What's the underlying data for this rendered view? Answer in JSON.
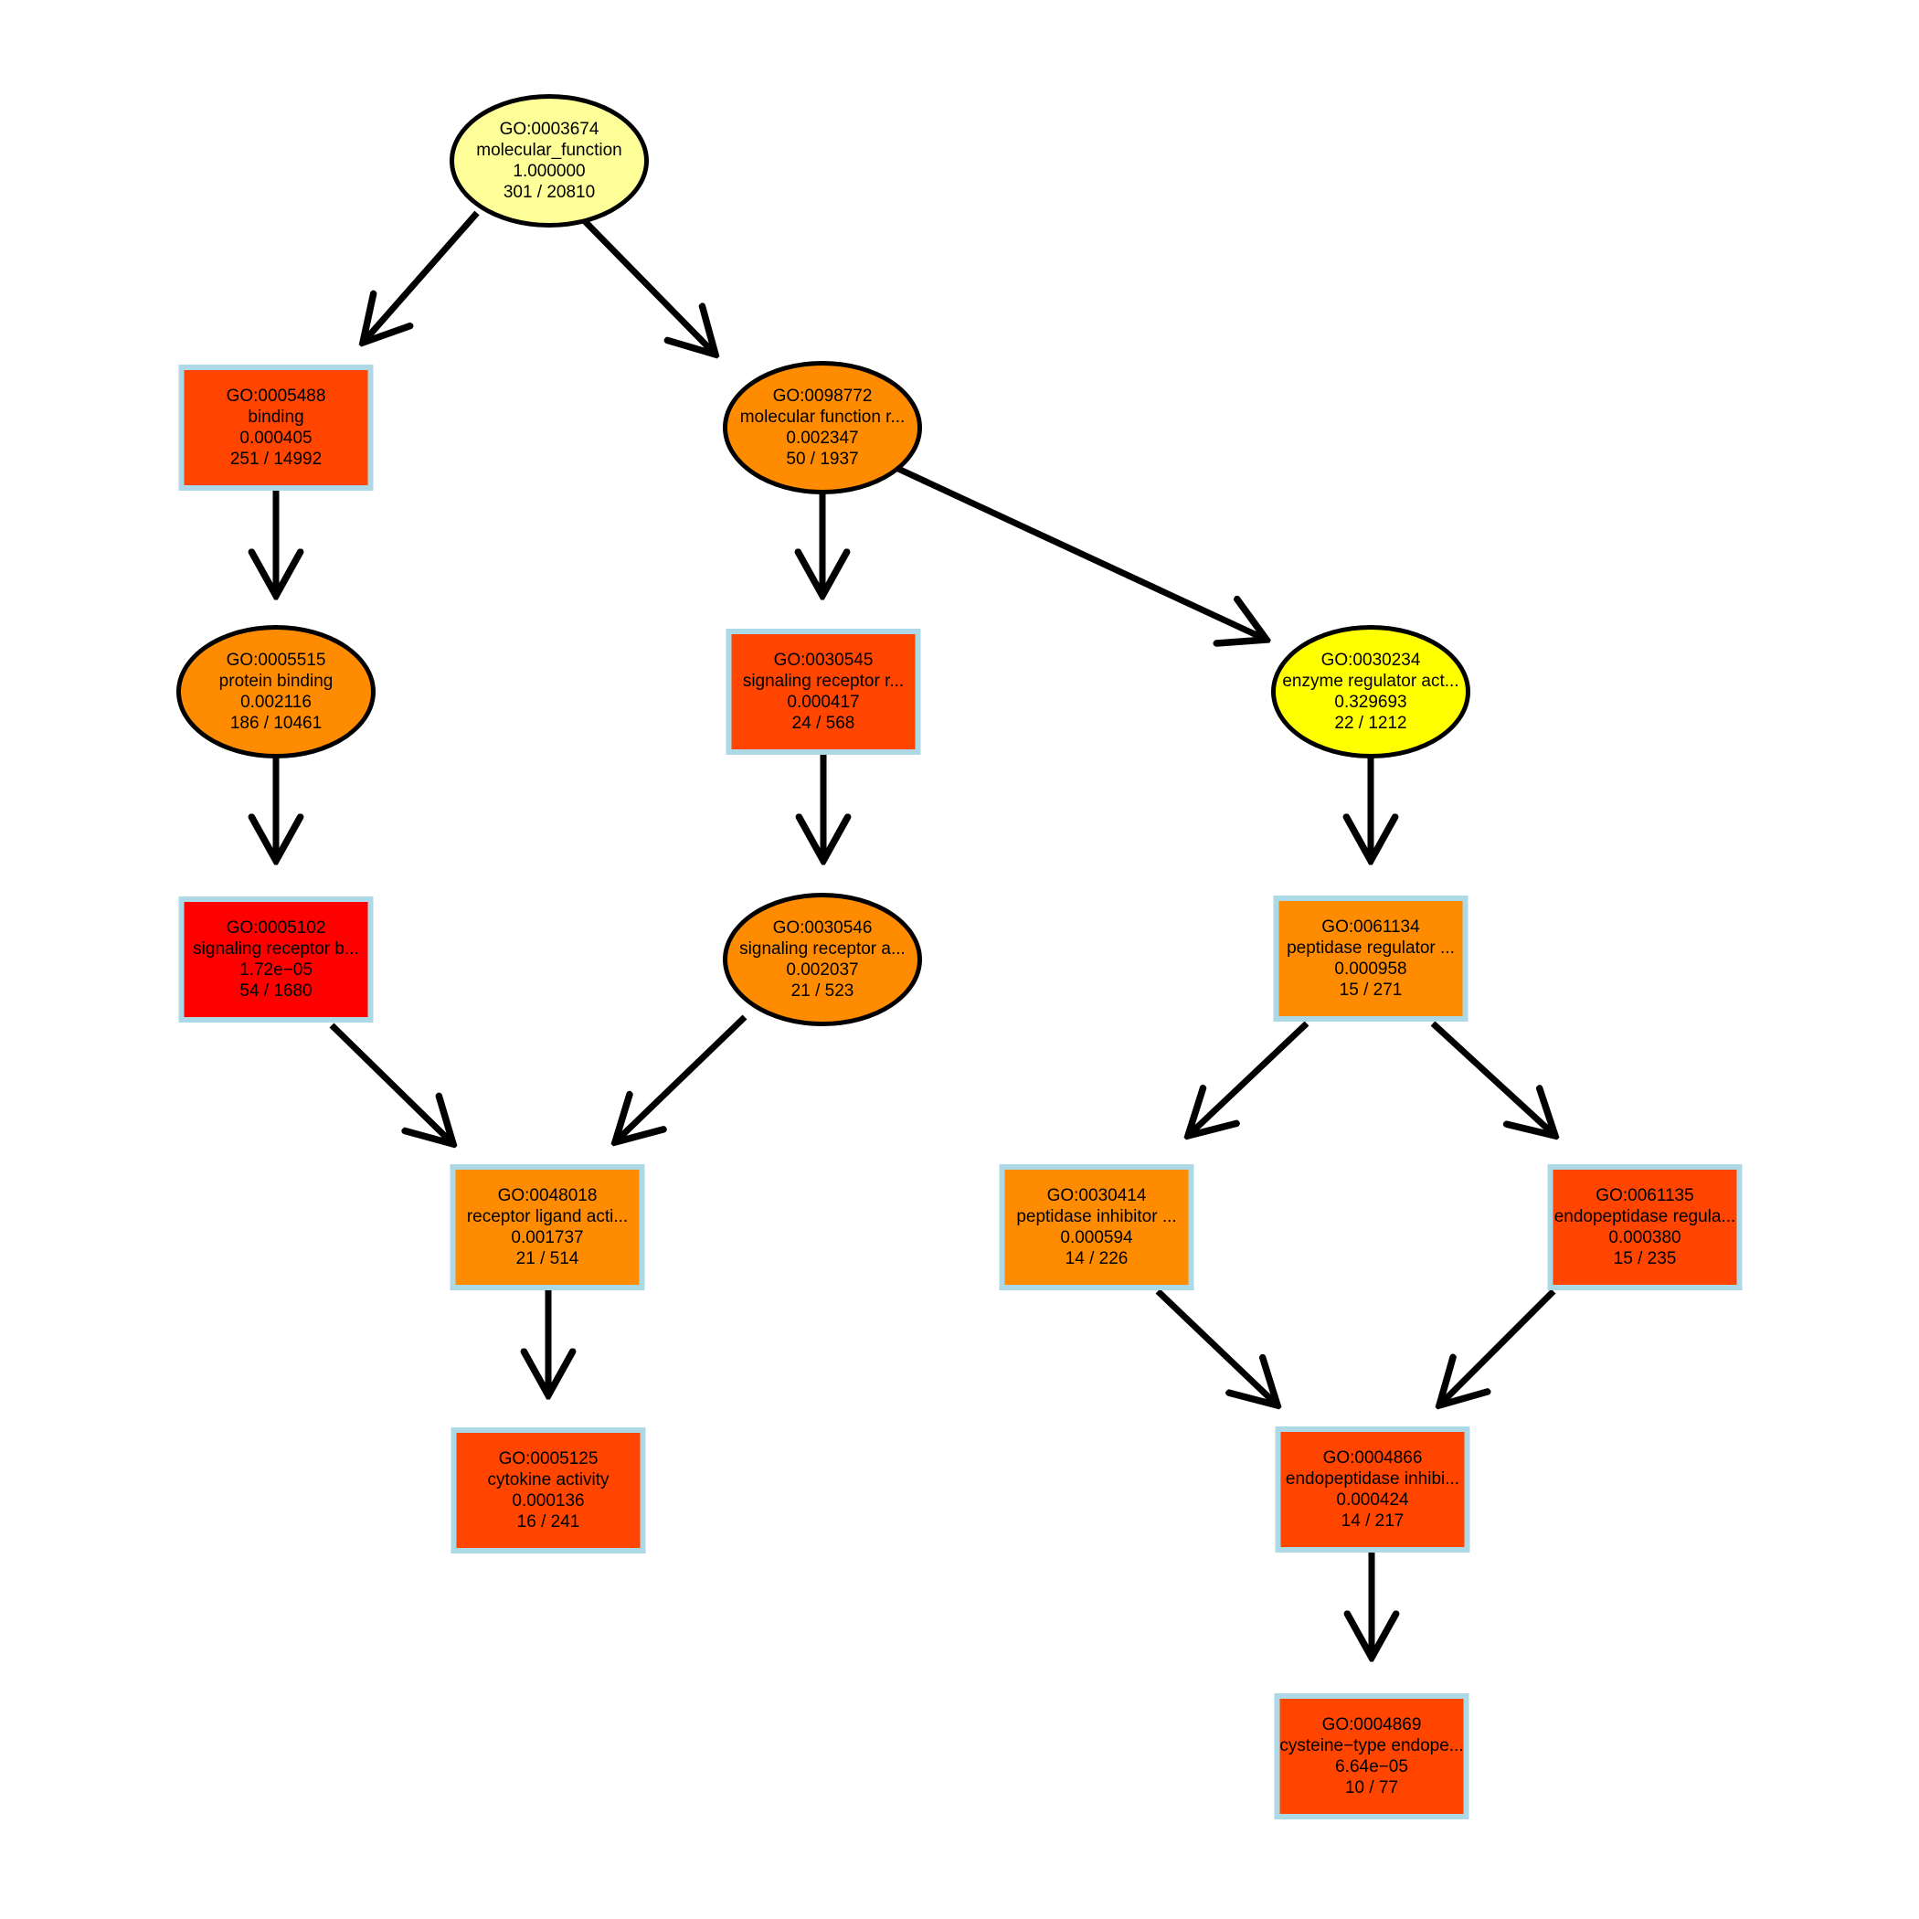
{
  "diagram": {
    "type": "go-dag",
    "background_color": "#FFFFFF",
    "box_border_color": "#ADD8E6",
    "ellipse_border_color": "#000000",
    "edge_color": "#000000",
    "nodes": [
      {
        "id": "GO:0003674",
        "label": "molecular_function",
        "p_value": "1.000000",
        "ratio": "301 / 20810",
        "shape": "ellipse",
        "fill": "#FFFF99"
      },
      {
        "id": "GO:0005488",
        "label": "binding",
        "p_value": "0.000405",
        "ratio": "251 / 14992",
        "shape": "box",
        "fill": "#FF4500"
      },
      {
        "id": "GO:0098772",
        "label": "molecular function r...",
        "p_value": "0.002347",
        "ratio": "50 / 1937",
        "shape": "ellipse",
        "fill": "#FF8C00"
      },
      {
        "id": "GO:0005515",
        "label": "protein binding",
        "p_value": "0.002116",
        "ratio": "186 / 10461",
        "shape": "ellipse",
        "fill": "#FF8C00"
      },
      {
        "id": "GO:0030545",
        "label": "signaling receptor r...",
        "p_value": "0.000417",
        "ratio": "24 / 568",
        "shape": "box",
        "fill": "#FF4500"
      },
      {
        "id": "GO:0030234",
        "label": "enzyme regulator act...",
        "p_value": "0.329693",
        "ratio": "22 / 1212",
        "shape": "ellipse",
        "fill": "#FFFF00"
      },
      {
        "id": "GO:0005102",
        "label": "signaling receptor b...",
        "p_value": "1.72e−05",
        "ratio": "54 / 1680",
        "shape": "box",
        "fill": "#FF0000"
      },
      {
        "id": "GO:0030546",
        "label": "signaling receptor a...",
        "p_value": "0.002037",
        "ratio": "21 / 523",
        "shape": "ellipse",
        "fill": "#FF8C00"
      },
      {
        "id": "GO:0061134",
        "label": "peptidase regulator ...",
        "p_value": "0.000958",
        "ratio": "15 / 271",
        "shape": "box",
        "fill": "#FF8C00"
      },
      {
        "id": "GO:0048018",
        "label": "receptor ligand acti...",
        "p_value": "0.001737",
        "ratio": "21 / 514",
        "shape": "box",
        "fill": "#FF8C00"
      },
      {
        "id": "GO:0030414",
        "label": "peptidase inhibitor ...",
        "p_value": "0.000594",
        "ratio": "14 / 226",
        "shape": "box",
        "fill": "#FF8C00"
      },
      {
        "id": "GO:0061135",
        "label": "endopeptidase regula...",
        "p_value": "0.000380",
        "ratio": "15 / 235",
        "shape": "box",
        "fill": "#FF4500"
      },
      {
        "id": "GO:0005125",
        "label": "cytokine activity",
        "p_value": "0.000136",
        "ratio": "16 / 241",
        "shape": "box",
        "fill": "#FF4500"
      },
      {
        "id": "GO:0004866",
        "label": "endopeptidase inhibi...",
        "p_value": "0.000424",
        "ratio": "14 / 217",
        "shape": "box",
        "fill": "#FF4500"
      },
      {
        "id": "GO:0004869",
        "label": "cysteine−type endope...",
        "p_value": "6.64e−05",
        "ratio": "10 / 77",
        "shape": "box",
        "fill": "#FF4500"
      }
    ],
    "edges": [
      {
        "from": "GO:0003674",
        "to": "GO:0005488"
      },
      {
        "from": "GO:0003674",
        "to": "GO:0098772"
      },
      {
        "from": "GO:0005488",
        "to": "GO:0005515"
      },
      {
        "from": "GO:0098772",
        "to": "GO:0030545"
      },
      {
        "from": "GO:0098772",
        "to": "GO:0030234"
      },
      {
        "from": "GO:0005515",
        "to": "GO:0005102"
      },
      {
        "from": "GO:0030545",
        "to": "GO:0030546"
      },
      {
        "from": "GO:0030234",
        "to": "GO:0061134"
      },
      {
        "from": "GO:0005102",
        "to": "GO:0048018"
      },
      {
        "from": "GO:0030546",
        "to": "GO:0048018"
      },
      {
        "from": "GO:0061134",
        "to": "GO:0030414"
      },
      {
        "from": "GO:0061134",
        "to": "GO:0061135"
      },
      {
        "from": "GO:0048018",
        "to": "GO:0005125"
      },
      {
        "from": "GO:0030414",
        "to": "GO:0004866"
      },
      {
        "from": "GO:0061135",
        "to": "GO:0004866"
      },
      {
        "from": "GO:0004866",
        "to": "GO:0004869"
      }
    ]
  }
}
